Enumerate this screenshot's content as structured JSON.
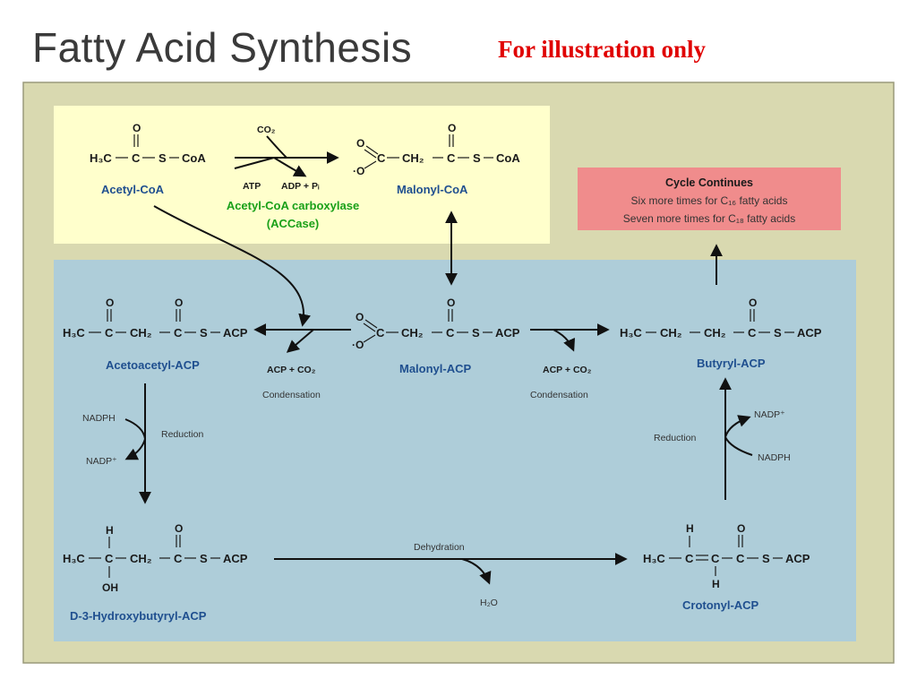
{
  "slide": {
    "title": "Fatty Acid Synthesis",
    "note": "For illustration only"
  },
  "colors": {
    "outer_panel": "#d9d9b0",
    "yellow_panel": "#ffffcc",
    "blue_panel": "#aecdd9",
    "pink_box": "#f08c8c",
    "name_blue": "#1f4f8f",
    "enzyme_green": "#19a019",
    "note_red": "#e00000"
  },
  "molecules": {
    "acetyl_coa": {
      "name": "Acetyl-CoA",
      "formula": [
        "H₃C",
        "C",
        "S",
        "CoA"
      ],
      "carbonyl_o": "O"
    },
    "malonyl_coa": {
      "name": "Malonyl-CoA",
      "formula": [
        "C",
        "CH₂",
        "C",
        "S",
        "CoA"
      ],
      "o_top": "O",
      "o_minus": "·O",
      "carbonyl_o": "O"
    },
    "acetoacetyl_acp": {
      "name": "Acetoacetyl-ACP",
      "formula": [
        "H₃C",
        "C",
        "CH₂",
        "C",
        "S",
        "ACP"
      ],
      "o1": "O",
      "o2": "O"
    },
    "malonyl_acp": {
      "name": "Malonyl-ACP",
      "formula": [
        "C",
        "CH₂",
        "C",
        "S",
        "ACP"
      ],
      "o_top": "O",
      "o_minus": "·O",
      "carbonyl_o": "O"
    },
    "butyryl_acp": {
      "name": "Butyryl-ACP",
      "formula": [
        "H₃C",
        "CH₂",
        "CH₂",
        "C",
        "S",
        "ACP"
      ],
      "carbonyl_o": "O"
    },
    "hydroxybutyryl_acp": {
      "name": "D-3-Hydroxybutyryl-ACP",
      "formula": [
        "H₃C",
        "C",
        "CH₂",
        "C",
        "S",
        "ACP"
      ],
      "h_top": "H",
      "oh_bottom": "OH",
      "carbonyl_o": "O"
    },
    "crotonyl_acp": {
      "name": "Crotonyl-ACP",
      "formula": [
        "H₃C",
        "C",
        "C",
        "C",
        "S",
        "ACP"
      ],
      "h_top": "H",
      "h_bottom": "H",
      "carbonyl_o": "O"
    }
  },
  "reactions": {
    "carboxylation": {
      "co2": "CO₂",
      "atp": "ATP",
      "adp_pi": "ADP + Pᵢ",
      "enzyme_line1": "Acetyl-CoA carboxylase",
      "enzyme_line2": "(ACCase)"
    },
    "condensation_left": {
      "products": "ACP + CO₂",
      "label": "Condensation"
    },
    "condensation_right": {
      "products": "ACP + CO₂",
      "label": "Condensation"
    },
    "reduction_left": {
      "in": "NADPH",
      "out": "NADP⁺",
      "label": "Reduction"
    },
    "dehydration": {
      "label": "Dehydration",
      "product": "H₂O"
    },
    "reduction_right": {
      "in": "NADPH",
      "out": "NADP⁺",
      "label": "Reduction"
    }
  },
  "cycle_box": {
    "title": "Cycle Continues",
    "line1": "Six more times for C₁₆ fatty acids",
    "line2": "Seven more times for C₁₈ fatty acids"
  }
}
